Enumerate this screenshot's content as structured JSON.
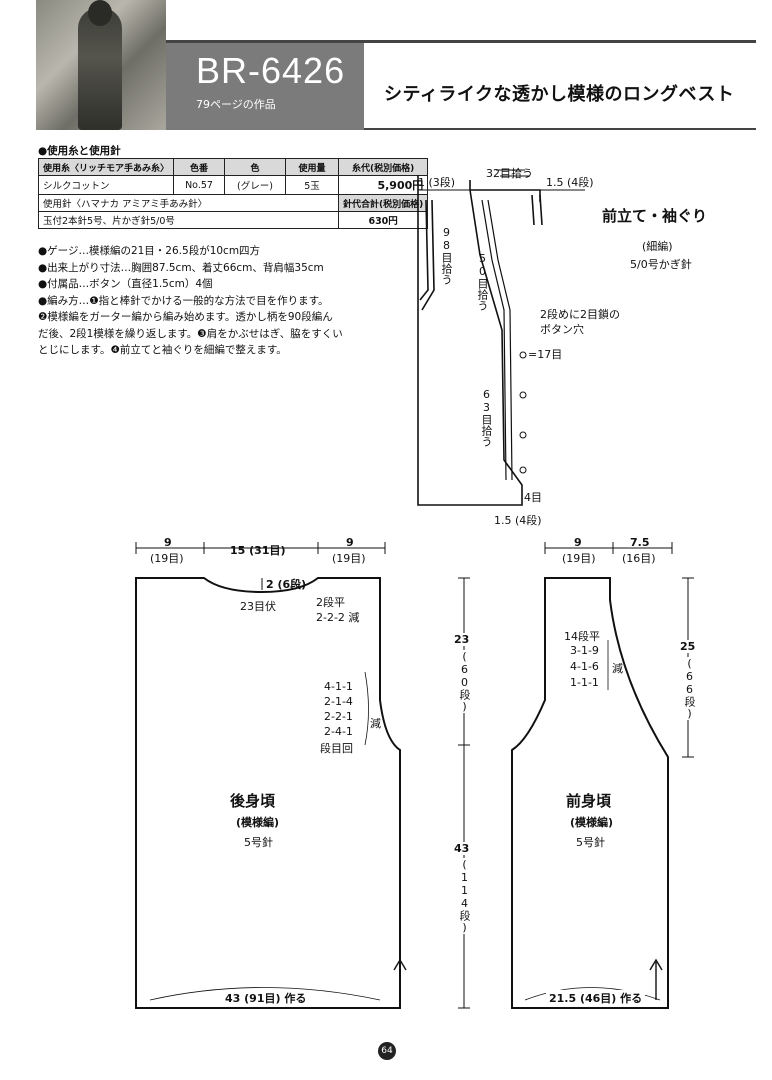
{
  "header": {
    "code": "BR-6426",
    "page_ref": "79ページの作品",
    "title": "シティライクな透かし模様のロングベスト"
  },
  "materials": {
    "section_title": "●使用糸と使用針",
    "headers": [
      "使用糸〈リッチモア手あみ糸〉",
      "色番",
      "色",
      "使用量",
      "糸代(税別価格)"
    ],
    "yarn": [
      "シルクコットン",
      "No.57",
      "(グレー)",
      "5玉",
      "5,900円"
    ],
    "needle_label": "使用針〈ハマナカ アミアミ手あみ針〉",
    "needle_cost_header": "針代合計(税別価格)",
    "needle_detail": "玉付2本針5号、片かぎ針5/0号",
    "needle_cost": "630円"
  },
  "notes": {
    "gauge": "●ゲージ…模様編の21目・26.5段が10cm四方",
    "size": "●出来上がり寸法…胸囲87.5cm、着丈66cm、背肩幅35cm",
    "accessories": "●付属品…ボタン（直径1.5cm）4個",
    "method1": "●編み方…❶指と棒針でかける一般的な方法で目を作ります。",
    "method2": "❷模様編をガーター編から編み始めます。透かし柄を90段編ん",
    "method3": "だ後、2段1模様を繰り返します。❸肩をかぶせはぎ、脇をすくい",
    "method4": "とじにします。❹前立てと袖ぐりを細編で整えます。"
  },
  "front_band": {
    "title": "前立て・袖ぐり",
    "stitch": "(細編)",
    "hook": "5/0号かぎ針",
    "top_left": "1 (3段)",
    "top_mid": "32目拾う",
    "top_right": "1.5 (4段)",
    "pick98": "98目拾う",
    "pick50": "50目拾う",
    "buttonhole1": "2段めに2目鎖の",
    "buttonhole2": "ボタン穴",
    "eq17": "=17目",
    "pick63": "63目拾う",
    "four": "4目",
    "bottom": "1.5 (4段)"
  },
  "back": {
    "w_left": "9",
    "w_left_st": "(19目)",
    "w_mid": "15 (31目)",
    "w_right": "9",
    "w_right_st": "(19目)",
    "neck_depth": "2 (6段)",
    "neck_bind": "23目伏",
    "neck_dec1": "2段平",
    "neck_dec2": "2-2-2 減",
    "arm_dec": [
      "4-1-1",
      "2-1-4",
      "2-2-1",
      "2-4-1"
    ],
    "arm_dec_label": "減",
    "row_label": "段目回",
    "name": "後身頃",
    "pattern": "(模様編)",
    "needle": "5号針",
    "cast": "43 (91目) 作る",
    "h_upper": "23",
    "h_upper_rows": "(60段)",
    "h_lower": "43",
    "h_lower_rows": "(114段)"
  },
  "front": {
    "w_left": "9",
    "w_left_st": "(19目)",
    "w_right": "7.5",
    "w_right_st": "(16目)",
    "neck_dec": [
      "14段平",
      "3-1-9",
      "4-1-6",
      "1-1-1"
    ],
    "neck_dec_label": "減",
    "name": "前身頃",
    "pattern": "(模様編)",
    "needle": "5号針",
    "cast": "21.5 (46目) 作る",
    "h": "25",
    "h_rows": "(66段)"
  },
  "page_number": "64"
}
